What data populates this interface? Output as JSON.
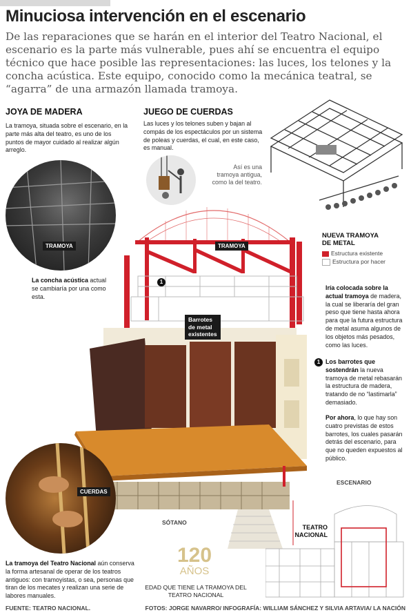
{
  "header": {
    "title": "Minuciosa intervención en el escenario",
    "lede": "De las reparaciones que se harán en el interior del Teatro Nacional, el escenario es la parte más vulnerable, pues ahí se encuentra el equipo técnico que hace posible las representaciones: las luces, los telones y la concha acústica. Este equipo, conocido como la mecánica teatral, se “agarra” de una armazón llamada tramoya."
  },
  "joya": {
    "heading": "JOYA DE MADERA",
    "text": "La tramoya, situada sobre el escenario, en la parte más alta del teatro, es uno de los puntos de mayor cuidado al realizar algún arreglo.",
    "photo_tag": "TRAMOYA"
  },
  "juego": {
    "heading": "JUEGO DE CUERDAS",
    "text": "Las luces y los telones suben y bajan al compás de los espectáculos por un sistema de poleas y cuerdas, el cual, en este caso, es manual."
  },
  "old_tramoya": {
    "label_line1": "Así es  una",
    "label_line2": "tramoya antigua,",
    "label_line3": "como la del teatro."
  },
  "legend": {
    "heading_line1": "NUEVA TRAMOYA",
    "heading_line2": "DE METAL",
    "items": [
      {
        "label": "Estructura existente",
        "color": "#d0202a"
      },
      {
        "label": "Estructura por hacer",
        "color": "#ffffff"
      }
    ]
  },
  "diagram": {
    "tramoya_tag": "TRAMOYA",
    "barrotes_line1": "Barrotes",
    "barrotes_line2": "de metal",
    "barrotes_line3": "existentes",
    "badge": "1",
    "sotano": "SÓTANO",
    "escenario": "ESCENARIO"
  },
  "concha": {
    "bold": "La concha acústica",
    "rest": " actual se cambiaría por una como esta."
  },
  "iria": {
    "bold": "Iría colocada sobre la actual tramoya",
    "rest": " de madera, la cual se liberaría del gran peso que tiene hasta ahora para que la futura estructura de metal asuma algunos de los objetos más pesados, como las luces."
  },
  "barrotes_note": {
    "badge": "1",
    "bold": "Los barrotes que sostendrán",
    "rest": " la nueva tramoya de metal rebasarán la estructura de madera, tratando de no “lastimarla” demasiado."
  },
  "ahora": {
    "bold": "Por ahora",
    "rest": ", lo que hay son cuatro previstas de estos barrotes, los cuales pasarán detrás del escenario, para que no queden expuestos al público."
  },
  "cuerdas": {
    "photo_tag": "CUERDAS",
    "bold": "La tramoya del Teatro Nacional",
    "rest": " aún conserva la forma artesanal de operar de los teatros antiguos: con tramoyistas, o sea, personas que tiran de los mecates y realizan una serie de labores manuales."
  },
  "stat": {
    "value": "120",
    "unit": "AÑOS",
    "caption": "EDAD QUE TIENE LA TRAMOYA DEL TEATRO NACIONAL"
  },
  "teatro": {
    "label_line1": "TEATRO",
    "label_line2": "NACIONAL"
  },
  "footer": {
    "source": "FUENTE: TEATRO NACIONAL.",
    "credits": "FOTOS: JORGE NAVARRO/ INFOGRAFÍA: WILLIAM SÁNCHEZ Y SILVIA ARTAVIA/ LA NACIÓN"
  }
}
